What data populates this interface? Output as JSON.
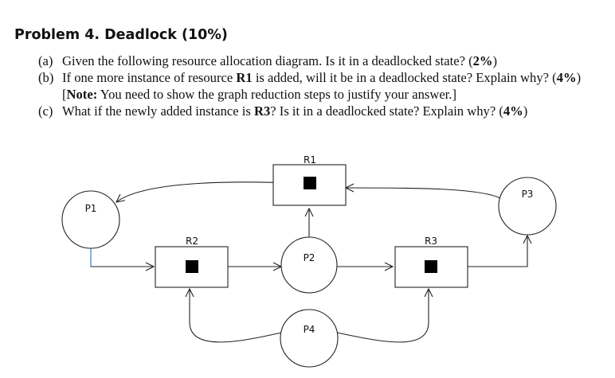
{
  "title": "Problem 4. Deadlock (10%)",
  "questions": [
    {
      "label": "(a)",
      "text1": "Given the following resource allocation diagram. Is it in a deadlocked state? (",
      "bold1": "2%",
      "text2": ")"
    },
    {
      "label": "(b)",
      "text1": "If one more instance of resource ",
      "bold1": "R1",
      "text2": " is added, will it be in a deadlocked state? Explain why? (",
      "bold2": "4%",
      "text3": ") [",
      "bold3": "Note:",
      "text4": " You need to show the graph reduction steps to justify your answer.]"
    },
    {
      "label": "(c)",
      "text1": "What if the newly added instance is ",
      "bold1": "R3",
      "text2": "? Is it in a deadlocked state? Explain why? (",
      "bold2": "4%",
      "text3": ")"
    }
  ],
  "diagram": {
    "processes": [
      "P1",
      "P2",
      "P3",
      "P4"
    ],
    "resources": [
      "R1",
      "R2",
      "R3"
    ]
  }
}
